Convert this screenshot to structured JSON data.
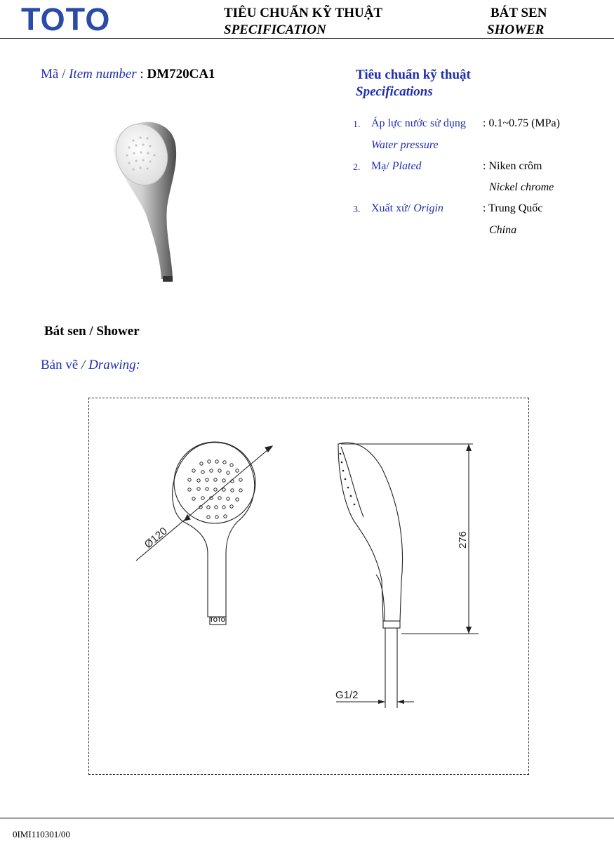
{
  "header": {
    "logo": "TOTO",
    "title_vi": "TIÊU CHUẨN KỸ THUẬT",
    "title_en": "SPECIFICATION",
    "product_vi": "BÁT SEN",
    "product_en": "SHOWER"
  },
  "item": {
    "label_vi": "Mã / ",
    "label_en": "Item number",
    "sep": " : ",
    "number": "DM720CA1"
  },
  "specifications": {
    "title_vi": "Tiêu chuẩn kỹ thuật",
    "title_en": "Specifications",
    "rows": [
      {
        "index": "1.",
        "label_vi": "Áp lực nước sử dụng",
        "label_en": "Water pressure",
        "value": ": 0.1~0.75 (MPa)",
        "value_en": ""
      },
      {
        "index": "2.",
        "label_vi": "Mạ/ ",
        "label_en": "Plated",
        "value": ": Niken crôm",
        "value_en": "Nickel chrome"
      },
      {
        "index": "3.",
        "label_vi": "Xuất xứ/ ",
        "label_en": "Origin",
        "value": ": Trung Quốc",
        "value_en": "China"
      }
    ]
  },
  "section": {
    "title": "Bát sen / Shower",
    "drawing_vi": "Bản vẽ",
    "drawing_en": " / Drawing:"
  },
  "drawing": {
    "diameter_label": "Ø120",
    "height_label": "276",
    "thread_label": "G1/2",
    "handle_brand": "TOTO"
  },
  "footer": {
    "code": "0IMI110301/00"
  }
}
